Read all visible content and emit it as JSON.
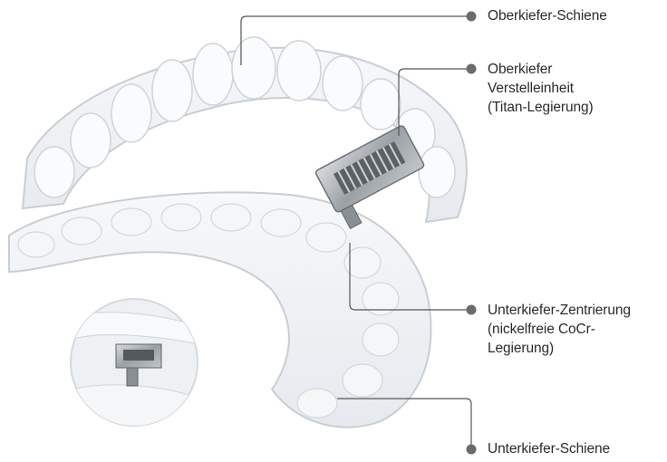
{
  "labels": {
    "upper_splint": [
      "Oberkiefer-Schiene"
    ],
    "upper_adjuster": [
      "Oberkiefer",
      "Verstelleinheit",
      "(Titan-Legierung)"
    ],
    "lower_centering": [
      "Unterkiefer-Zentrierung",
      "(nickelfreie CoCr-",
      "Legierung)"
    ],
    "lower_splint": [
      "Unterkiefer-Schiene"
    ]
  },
  "colors": {
    "text": "#2b2b2b",
    "leader_line": "#555555",
    "dot": "#6b6b6b",
    "splint_edge": "#c9ced3",
    "splint_fill": "#eef1f4",
    "metal": "#8a8f94"
  },
  "icons": {
    "callout_dot": "filled-circle",
    "detail_view": "circular-inset"
  }
}
